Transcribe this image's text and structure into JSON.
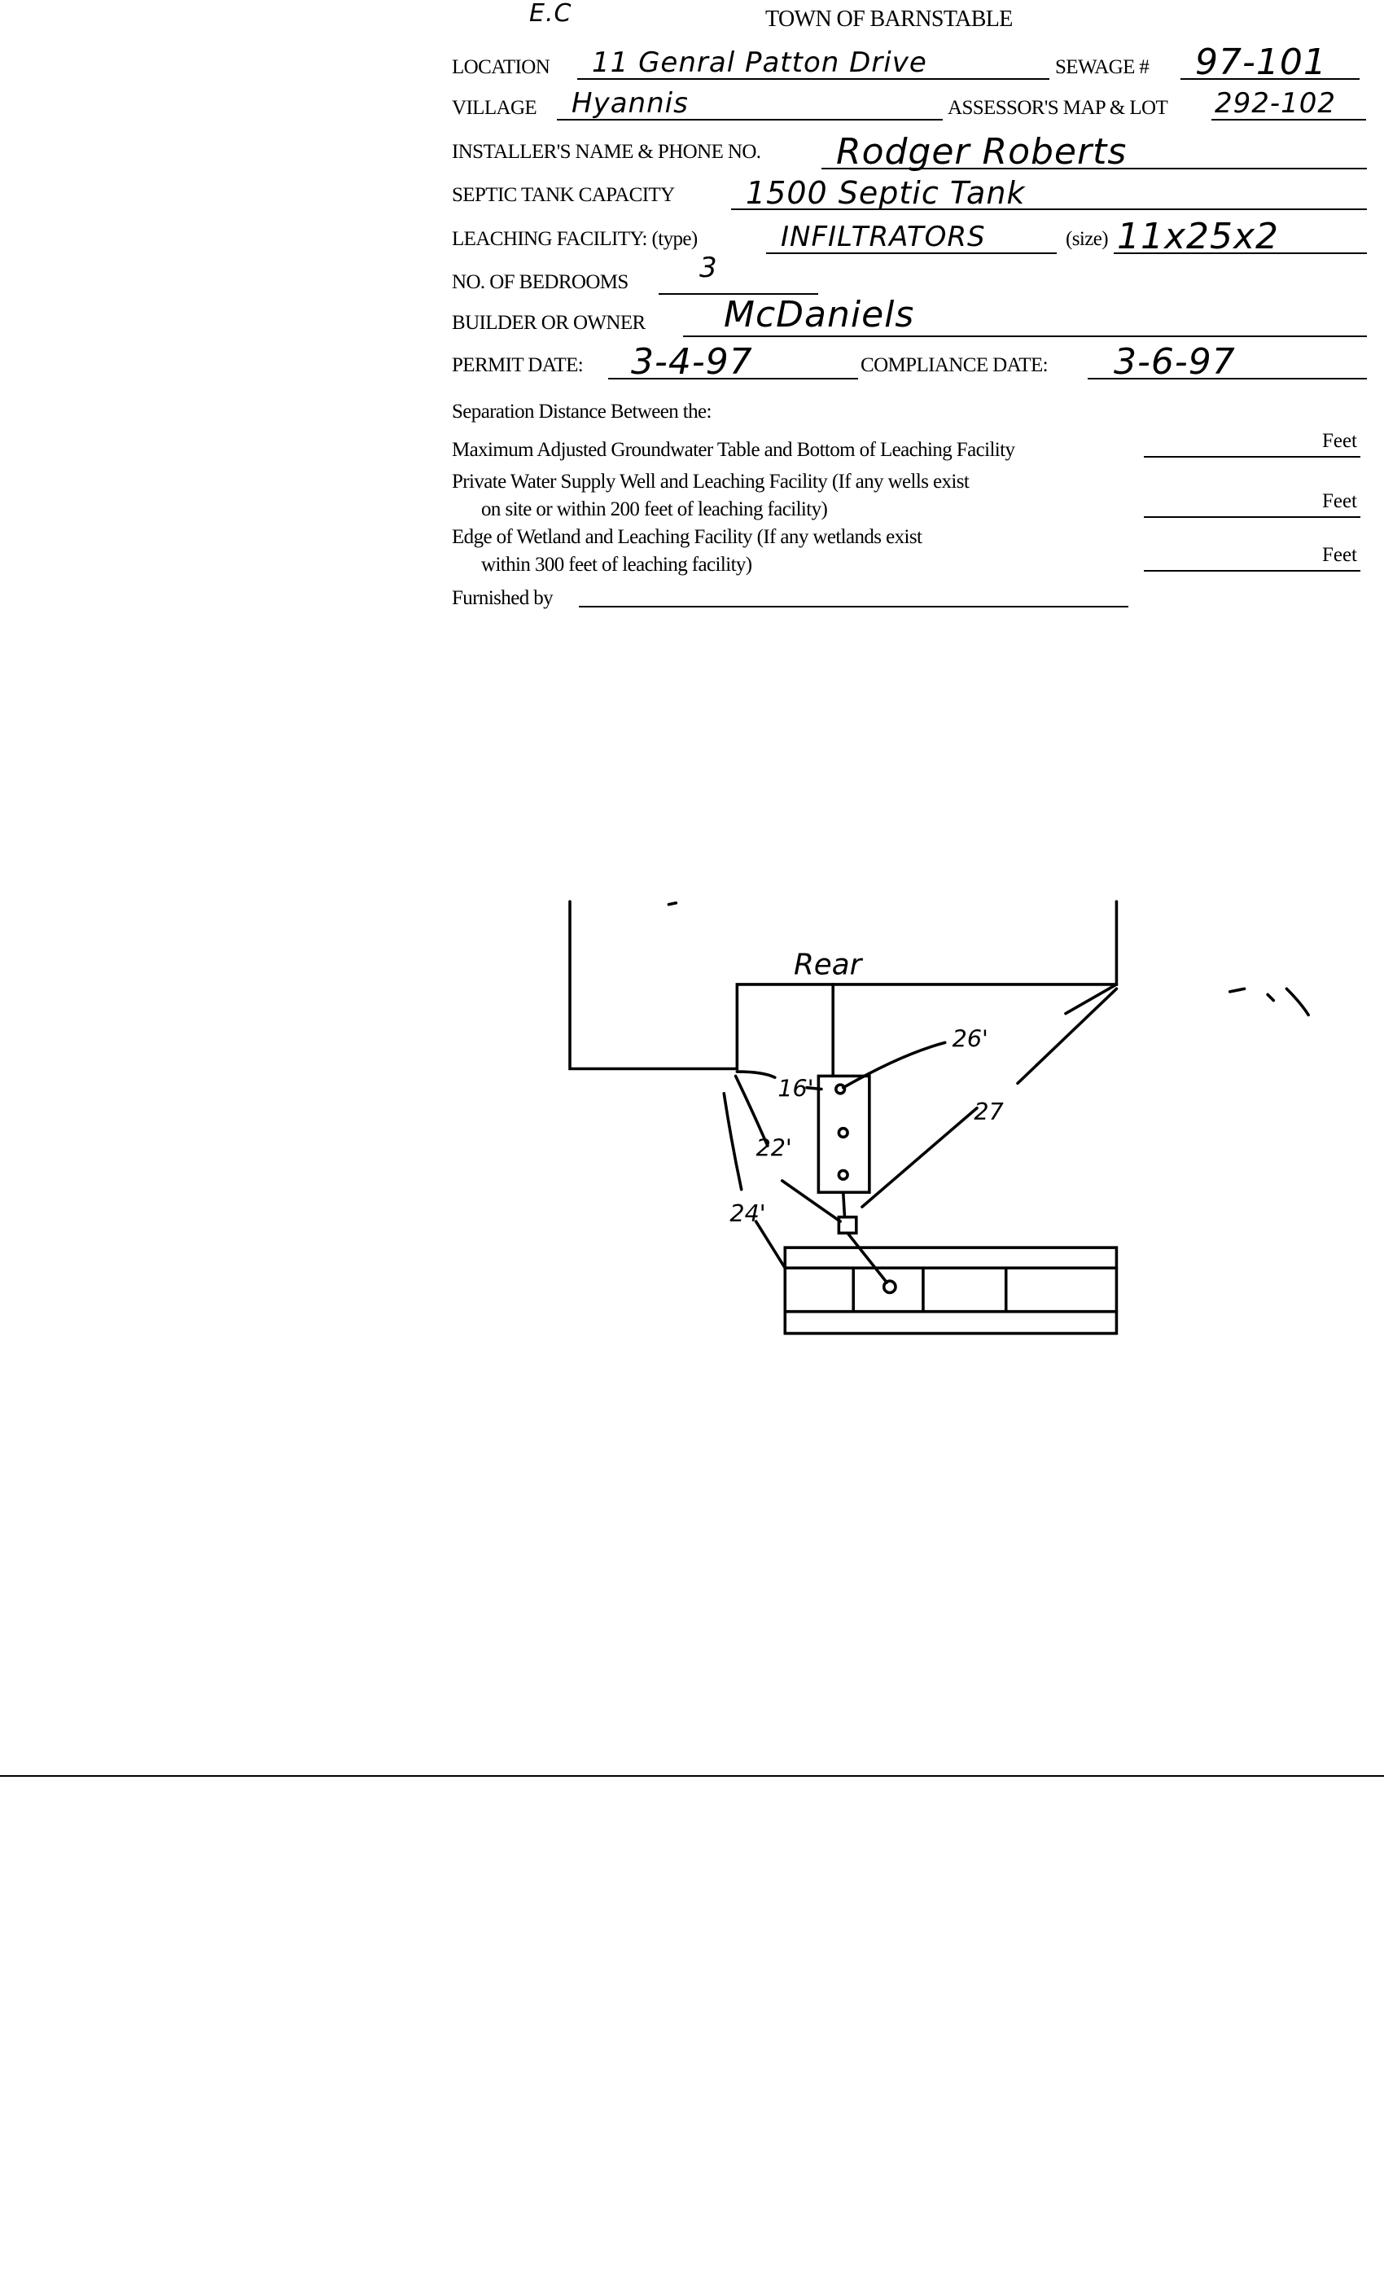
{
  "form": {
    "office_mark": "E.C",
    "title": "TOWN OF BARNSTABLE",
    "location_label": "LOCATION",
    "location_value": "11 Genral Patton Drive",
    "sewage_label": "SEWAGE #",
    "sewage_value": "97-101",
    "village_label": "VILLAGE",
    "village_value": "Hyannis",
    "assessor_label": "ASSESSOR'S MAP & LOT",
    "assessor_value": "292-102",
    "installer_label": "INSTALLER'S NAME & PHONE NO.",
    "installer_value": "Rodger Roberts",
    "septic_label": "SEPTIC TANK CAPACITY",
    "septic_value": "1500 Septic Tank",
    "leaching_label": "LEACHING FACILITY: (type)",
    "leaching_value": "INFILTRATORS",
    "size_label": "(size)",
    "size_value": "11x25x2",
    "bedrooms_label": "NO. OF BEDROOMS",
    "bedrooms_value": "3",
    "builder_label": "BUILDER OR OWNER",
    "builder_value": "McDaniels",
    "permit_label": "PERMIT DATE:",
    "permit_value": "3-4-97",
    "compliance_label": "COMPLIANCE DATE:",
    "compliance_value": "3-6-97"
  },
  "separation": {
    "heading": "Separation Distance Between the:",
    "row1": "Maximum Adjusted Groundwater Table and Bottom of Leaching Facility",
    "row2a": "Private Water Supply Well and Leaching Facility  (If any wells exist",
    "row2b": "on site or within 200 feet of leaching facility)",
    "row3a": "Edge of Wetland and Leaching Facility (If any wetlands exist",
    "row3b": "within 300 feet of leaching facility)",
    "unit": "Feet",
    "furnished_label": "Furnished by"
  },
  "sketch": {
    "rear": "Rear",
    "d1": "16'",
    "d2": "26'",
    "d3": "22'",
    "d4": "27",
    "d5": "24'"
  }
}
